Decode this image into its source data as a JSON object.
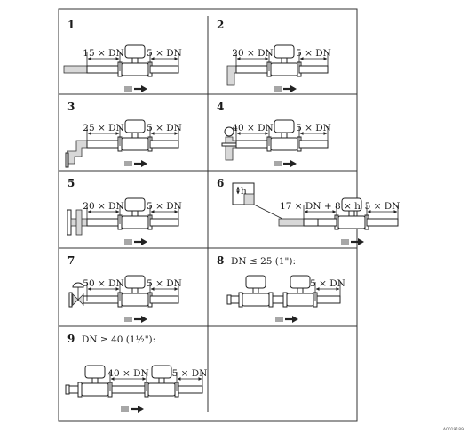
{
  "figure_id": "A0019189",
  "colors": {
    "line": "#222222",
    "pipe_inlet": "#cfcfcf",
    "frame": "#333333"
  },
  "panels": [
    {
      "number": "1",
      "upstream": "15 × DN",
      "downstream": "5 × DN",
      "caption": ""
    },
    {
      "number": "2",
      "upstream": "20 × DN",
      "downstream": "5 × DN",
      "caption": ""
    },
    {
      "number": "3",
      "upstream": "25 × DN",
      "downstream": "5 × DN",
      "caption": ""
    },
    {
      "number": "4",
      "upstream": "40 × DN",
      "downstream": "5 × DN",
      "caption": ""
    },
    {
      "number": "5",
      "upstream": "20 × DN",
      "downstream": "5 × DN",
      "caption": ""
    },
    {
      "number": "6",
      "upstream": "17 × DN + 8 × h",
      "downstream": "5 × DN",
      "caption": "",
      "detail_label": "h"
    },
    {
      "number": "7",
      "upstream": "50 × DN",
      "downstream": "5 × DN",
      "caption": ""
    },
    {
      "number": "8",
      "upstream": "",
      "downstream": "5 × DN",
      "caption": "DN ≤ 25 (1\"):"
    },
    {
      "number": "9",
      "upstream": "40 × DN",
      "downstream": "5 × DN",
      "caption": "DN ≥ 40 (1½\"):"
    }
  ]
}
